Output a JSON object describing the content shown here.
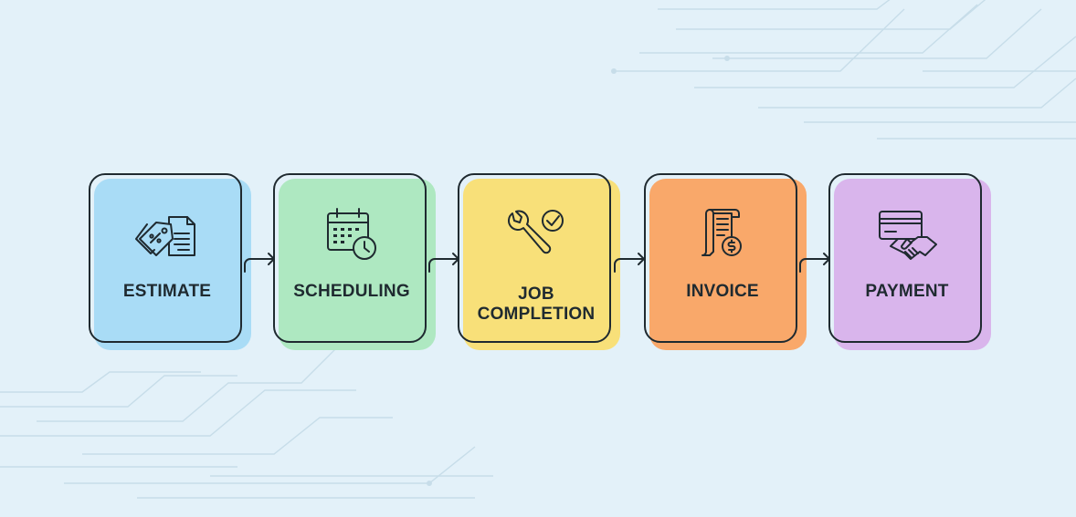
{
  "steps": [
    {
      "label": "ESTIMATE",
      "icon": "price-tag-document-icon",
      "color": "#a9dcf6"
    },
    {
      "label": "SCHEDULING",
      "icon": "calendar-clock-icon",
      "color": "#aee8c1"
    },
    {
      "label": "JOB\nCOMPLETION",
      "icon": "wrench-check-icon",
      "color": "#f8e079"
    },
    {
      "label": "INVOICE",
      "icon": "receipt-dollar-icon",
      "color": "#f9a86a"
    },
    {
      "label": "PAYMENT",
      "icon": "card-handshake-icon",
      "color": "#d9b5ec"
    }
  ],
  "colors": {
    "background": "#e3f1f9",
    "outline": "#1f2a30",
    "circuit_lines": "#c9dfeb"
  }
}
